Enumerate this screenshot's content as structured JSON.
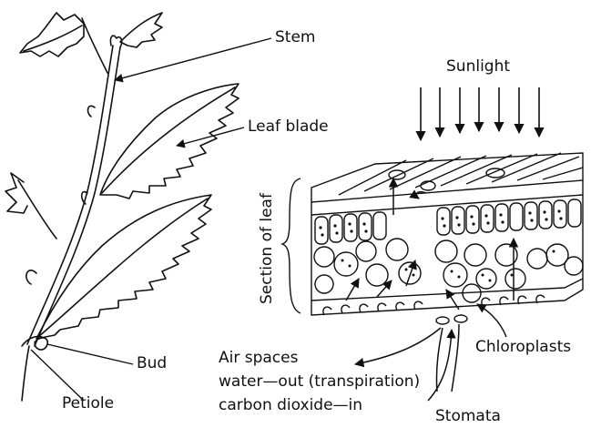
{
  "labels": {
    "stem": "Stem",
    "leaf_blade": "Leaf blade",
    "sunlight": "Sunlight",
    "section_of_leaf": "Section of leaf",
    "chloroplasts": "Chloroplasts",
    "bud": "Bud",
    "petiole": "Petiole",
    "air_spaces": "Air spaces",
    "water_out": "water—out (transpiration)",
    "carbon_dioxide_in": "carbon dioxide—in",
    "stomata": "Stomata"
  },
  "colors": {
    "ink": "#111111",
    "background": "#ffffff"
  }
}
